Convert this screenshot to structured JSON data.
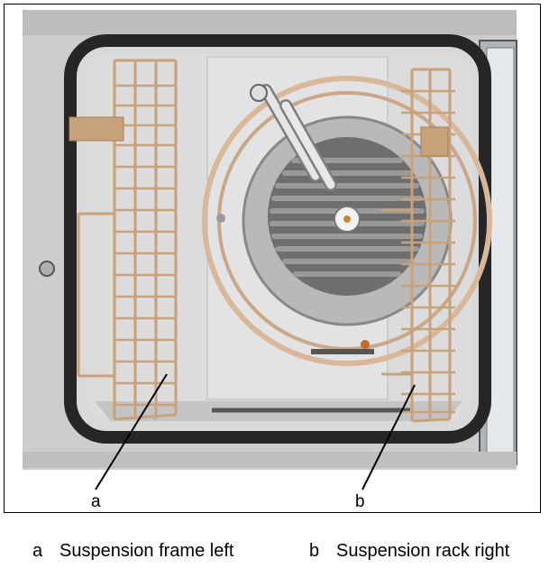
{
  "callouts": {
    "a": "a",
    "b": "b"
  },
  "legend": [
    {
      "key": "a",
      "text": "Suspension frame left"
    },
    {
      "key": "b",
      "text": "Suspension rack right"
    }
  ],
  "colors": {
    "oven_body": "#c9c9c9",
    "cavity": "#d6d6d6",
    "rack": "#c7a27a",
    "gasket": "#2b2b2b",
    "fan_guard": "#8c8c8c"
  },
  "icons": {
    "left_rack": "suspension-frame-left",
    "right_rack": "suspension-rack-right",
    "fan": "fan-guard",
    "heater": "heating-element-ring",
    "probe": "core-probe",
    "door": "oven-door"
  }
}
